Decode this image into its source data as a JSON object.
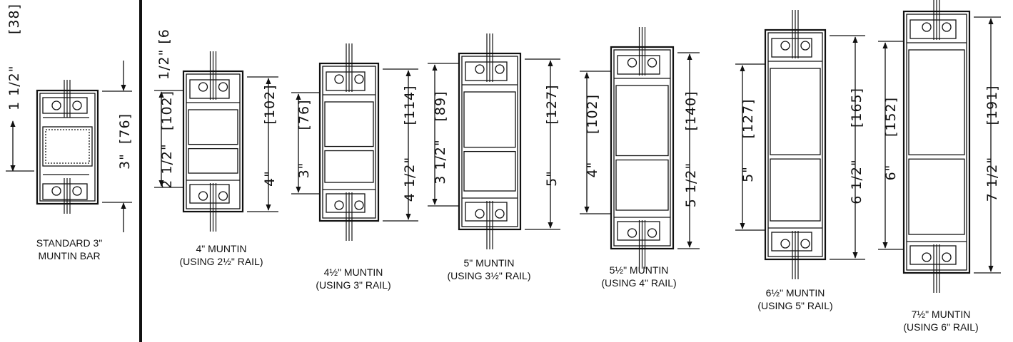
{
  "standard": {
    "dim_top_imperial": "1 1/2\"",
    "dim_top_metric": "[38]",
    "dim_side_imperial": "3\"",
    "dim_side_metric": "[76]",
    "caption_line1": "STANDARD 3\"",
    "caption_line2": "MUNTIN BAR"
  },
  "partial_top_label": "1/2\" [6",
  "profiles": [
    {
      "left_imperial": "2 1/2\"",
      "left_metric": "[102]",
      "right_imperial": "4\"",
      "right_metric": "[102]",
      "caption_line1": "4\" MUNTIN",
      "caption_line2": "(USING 2½\" RAIL)"
    },
    {
      "left_imperial": "3\"",
      "left_metric": "[76]",
      "right_imperial": "4 1/2\"",
      "right_metric": "[114]",
      "caption_line1": "4½\" MUNTIN",
      "caption_line2": "(USING 3\" RAIL)"
    },
    {
      "left_imperial": "3 1/2\"",
      "left_metric": "[89]",
      "right_imperial": "5\"",
      "right_metric": "[127]",
      "caption_line1": "5\" MUNTIN",
      "caption_line2": "(USING 3½\" RAIL)"
    },
    {
      "left_imperial": "4\"",
      "left_metric": "[102]",
      "right_imperial": "5 1/2\"",
      "right_metric": "[140]",
      "caption_line1": "5½\" MUNTIN",
      "caption_line2": "(USING 4\" RAIL)"
    },
    {
      "left_imperial": "5\"",
      "left_metric": "[127]",
      "right_imperial": "6 1/2\"",
      "right_metric": "[165]",
      "caption_line1": "6½\" MUNTIN",
      "caption_line2": "(USING 5\" RAIL)"
    },
    {
      "left_imperial": "6\"",
      "left_metric": "[152]",
      "right_imperial": "7 1/2\"",
      "right_metric": "[191]",
      "caption_line1": "7½\" MUNTIN",
      "caption_line2": "(USING 6\" RAIL)"
    }
  ]
}
